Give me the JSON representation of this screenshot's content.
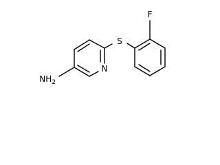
{
  "molecule": {
    "atoms": {
      "fluorine": "F",
      "sulfur": "S",
      "nitrogen": "N",
      "amine": "NH",
      "amine_subscript": "2"
    },
    "bond_color": "#000000",
    "background": "#ffffff"
  }
}
